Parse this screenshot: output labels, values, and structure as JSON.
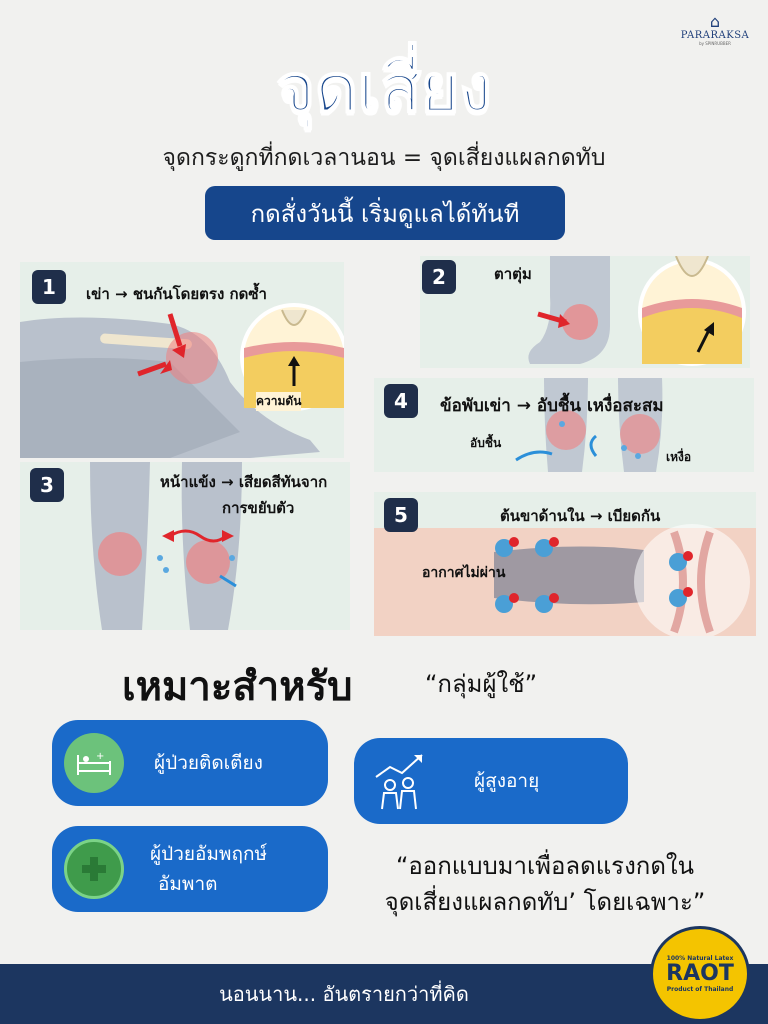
{
  "brand": {
    "name": "PARARAKSA",
    "tagline": "by SPINRUBBER"
  },
  "header": {
    "title": "จุดเสี่ยง",
    "subtitle": "จุดกระดูกที่กดเวลานอน = จุดเสี่ยงแผลกดทับ",
    "cta_label": "กดสั่งวันนี้ เริ่มดูแลได้ทันที"
  },
  "panels": [
    {
      "number": "1",
      "caption": "เข่า → ชนกันโดยตรง กดซ้ำ",
      "label": "ความดัน"
    },
    {
      "number": "2",
      "caption": "ตาตุ่ม"
    },
    {
      "number": "3",
      "caption_line1": "หน้าแข้ง → เสียดสีทันจาก",
      "caption_line2": "การขยับตัว"
    },
    {
      "number": "4",
      "caption": "ข้อพับเข่า → อับชื้น เหงื่อสะสม",
      "label_left": "อับชื้น",
      "label_right": "เหงื่อ"
    },
    {
      "number": "5",
      "caption": "ต้นขาด้านใน → เบียดกัน",
      "label": "อากาศไม่ผ่าน"
    }
  ],
  "suitable": {
    "title": "เหมาะสำหรับ",
    "quote": "“กลุ่มผู้ใช้”",
    "groups": [
      {
        "label": "ผู้ป่วยติดเตียง",
        "icon": "bed-icon"
      },
      {
        "label": "ผู้สูงอายุ",
        "icon": "elderly-icon"
      },
      {
        "label_line1": "ผู้ป่วยอัมพฤกษ์",
        "label_line2": "อัมพาต",
        "icon": "plus-circle-icon"
      }
    ]
  },
  "quote": {
    "line1": "“ออกแบบมาเพื่อลดแรงกดใน",
    "line2": "จุดเสี่ยงแผลกดทับ’ โดยเฉพาะ”"
  },
  "footer": {
    "text": "นอนนาน... อันตรายกว่าที่คิด"
  },
  "seal": {
    "top": "100% Natural Latex",
    "name": "RAOT",
    "bottom": "Product of Thailand"
  },
  "colors": {
    "primary": "#16468c",
    "pill": "#1a6ac9",
    "footer": "#1c3660",
    "accent_red": "#e0252b",
    "panel_bg": "#e6efe9"
  }
}
